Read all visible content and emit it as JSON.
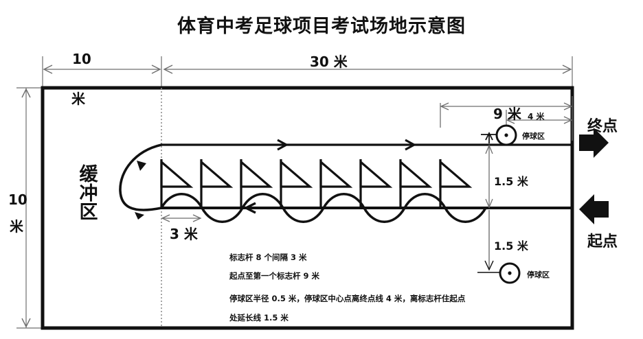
{
  "title": "体育中考足球项目考试场地示意图",
  "field": {
    "top_dimensions": [
      {
        "name": "buffer-width",
        "value": "10",
        "unit_below": "米"
      },
      {
        "name": "course-length",
        "value": "30 米"
      }
    ],
    "left_dimension": {
      "value": "10",
      "unit": "米"
    },
    "buffer_zone_label": "缓冲区"
  },
  "course": {
    "pole_gap_label": "3 米",
    "pole_count": 8,
    "start_to_first_pole": "9 米",
    "stop_zone_to_finish": "4 米",
    "offset_upper": "1.5 米",
    "offset_lower": "1.5 米",
    "stop_zone_upper_label": "停球区",
    "stop_zone_lower_label": "停球区"
  },
  "markers": {
    "finish_label": "终点",
    "start_label": "起点"
  },
  "notes": [
    "标志杆 8 个间隔 3 米",
    "起点至第一个标志杆 9 米",
    "停球区半径 0.5 米，停球区中心点离终点线 4 米，离标志杆住起点",
    "处延长线 1.5 米"
  ],
  "colors": {
    "ink": "#111111",
    "thin": "#6e6e6e",
    "background": "#ffffff"
  }
}
